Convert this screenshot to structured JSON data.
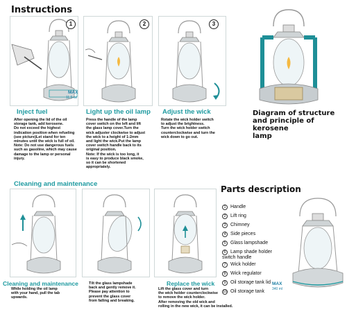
{
  "headings": {
    "instructions": "Instructions",
    "cleaning": "Cleaning and maintenance",
    "parts": "Parts description",
    "diagram": "Diagram of structure and principle of kerosene lamp"
  },
  "diagram_title_lines": [
    "Diagram of structure",
    "and principle of kerosene",
    "lamp"
  ],
  "steps": [
    {
      "num": "1",
      "title": "Inject fuel",
      "body_lines": [
        "After opening the lid of the oil",
        "storage tank, add kerosene.",
        "Do not exceed the highest",
        "indication position when refueling",
        "(see picture)Let stand for ten",
        "minutes until the wick is full of oil.",
        "Note: Do not use dangerous fuels",
        "such as gasoline, which may cause",
        "damage to the lamp or personal",
        "injury."
      ],
      "max_label": "MAX",
      "max_value": "11.5 oz"
    },
    {
      "num": "2",
      "title": "Light up the oil lamp",
      "body_lines": [
        "Press the handle of the lamp",
        "cover switch on the left and lift",
        "the glass lamp cover.Turn the",
        "wick adjuster clockwise to adjust",
        "the wick to a height of 1-2mm",
        "and light the wick.Put the lamp",
        "cover switch handle back to its",
        "original position.",
        "Note: If the wick is too long, it",
        "is easy to produce black smoke,",
        "so it can be shortened",
        "appropriately."
      ]
    },
    {
      "num": "3",
      "title": "Adjust the wick",
      "body_lines": [
        "Rotate the wick holder switch",
        "to adjust the brightness.",
        "Turn the wick holder switch",
        "counterclockwise and turn the",
        "wick down to go out."
      ]
    }
  ],
  "cleaning": [
    {
      "title": "Cleaning and maintenance",
      "body_lines": [
        "While holding the oil lamp",
        "with your hand, pull the tab",
        "upwards."
      ]
    },
    {
      "title": "",
      "body_lines": [
        "Tilt the glass lampshade",
        "back and gently remove it.",
        "Please pay attention to",
        "prevent the glass cover",
        "from falling and breaking."
      ]
    },
    {
      "title": "Replace the wick",
      "body_lines": [
        "Lift the glass cover and turn",
        "the wick holder counterclockwise",
        "to remove the wick holder.",
        "After removing the old wick and",
        "rolling in the new wick, it can be installed."
      ]
    }
  ],
  "parts": [
    {
      "num": "1",
      "label": "Handle"
    },
    {
      "num": "2",
      "label": "Lift ring"
    },
    {
      "num": "3",
      "label": "Chimney"
    },
    {
      "num": "4",
      "label": "Side pieces"
    },
    {
      "num": "5",
      "label": "Glass lampshade"
    },
    {
      "num": "6",
      "label": "Lamp shade holder switch handle"
    },
    {
      "num": "7",
      "label": "Wick holder"
    },
    {
      "num": "8",
      "label": "Wick regulator"
    },
    {
      "num": "9",
      "label": "Oil storage tank lid"
    },
    {
      "num": "10",
      "label": "Oil storage tank"
    }
  ],
  "parts_max": {
    "label": "MAX",
    "value": "340 ml"
  },
  "colors": {
    "accent": "#1e9aa0",
    "lamp_metal": "#b9c1c3",
    "glass": "#e9f3f6",
    "diagram_teal": "#1e8f97"
  }
}
